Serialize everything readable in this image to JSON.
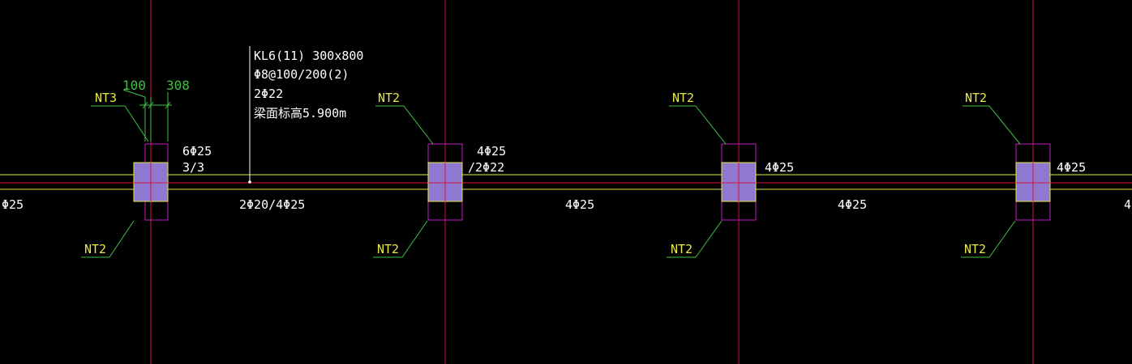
{
  "colors": {
    "background": "#000000",
    "axis_red": "#d0143c",
    "beam_yellow": "#e6e64a",
    "beam_red": "#e0102a",
    "column_fill": "#8f78d0",
    "column_outline": "#c020c0",
    "leader_green": "#40c040",
    "label_yellow": "#e8e84a",
    "text_white": "#ffffff"
  },
  "beam_spec": {
    "name": "KL6(11) 300x800",
    "stirrups": "Φ8@100/200(2)",
    "top_bars": "2Φ22",
    "elevation": "梁面标高5.900m"
  },
  "dimensions": {
    "left": "100",
    "right": "308"
  },
  "columns": [
    {
      "tag_top": "NT3",
      "tag_bottom": "NT2",
      "rebar_line1": "6Φ25",
      "rebar_line2": "3/3"
    },
    {
      "tag_top": "NT2",
      "tag_bottom": "NT2",
      "rebar_line1": "4Φ25",
      "rebar_line2": "/2Φ22"
    },
    {
      "tag_top": "NT2",
      "tag_bottom": "NT2",
      "rebar_line1": "4Φ25",
      "rebar_line2": ""
    },
    {
      "tag_top": "NT2",
      "tag_bottom": "NT2",
      "rebar_line1": "4Φ25",
      "rebar_line2": ""
    }
  ],
  "bottom_bars": [
    "Φ25",
    "2Φ20/4Φ25",
    "4Φ25",
    "4Φ25",
    "4"
  ]
}
